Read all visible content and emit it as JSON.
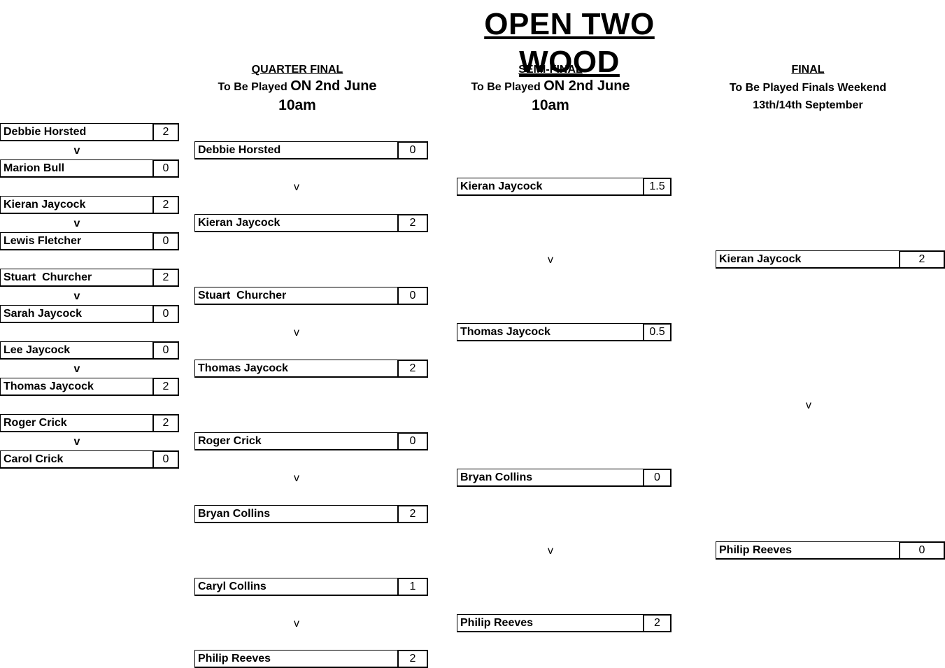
{
  "title": "OPEN TWO WOOD",
  "rounds": {
    "quarter": {
      "heading": "QUARTER FINAL",
      "sub_small": "To Be Played",
      "sub_large": "ON 2nd June",
      "time": "10am"
    },
    "semi": {
      "heading": "SEMI-FINAL",
      "sub_small": "To Be Played",
      "sub_large": "ON 2nd June",
      "time": "10am"
    },
    "final": {
      "heading": "FINAL",
      "line1": "To Be Played Finals Weekend",
      "line2": "13th/14th September"
    }
  },
  "vs_label": "v",
  "round1": [
    {
      "name": "Debbie Horsted",
      "score": "2"
    },
    {
      "name": "Marion Bull",
      "score": "0"
    },
    {
      "name": "Kieran Jaycock",
      "score": "2"
    },
    {
      "name": "Lewis Fletcher",
      "score": "0"
    },
    {
      "name": "Stuart  Churcher",
      "score": "2"
    },
    {
      "name": "Sarah Jaycock",
      "score": "0"
    },
    {
      "name": "Lee Jaycock",
      "score": "0"
    },
    {
      "name": "Thomas Jaycock",
      "score": "2"
    },
    {
      "name": "Roger Crick",
      "score": "2"
    },
    {
      "name": "Carol Crick",
      "score": "0"
    }
  ],
  "quarter_final": [
    {
      "name": "Debbie Horsted",
      "score": "0"
    },
    {
      "name": "Kieran Jaycock",
      "score": "2"
    },
    {
      "name": "Stuart  Churcher",
      "score": "0"
    },
    {
      "name": "Thomas Jaycock",
      "score": "2"
    },
    {
      "name": "Roger Crick",
      "score": "0"
    },
    {
      "name": "Bryan Collins",
      "score": "2"
    },
    {
      "name": "Caryl Collins",
      "score": "1"
    },
    {
      "name": "Philip Reeves",
      "score": "2"
    }
  ],
  "semi_final": [
    {
      "name": "Kieran Jaycock",
      "score": "1.5"
    },
    {
      "name": "Thomas Jaycock",
      "score": "0.5"
    },
    {
      "name": "Bryan Collins",
      "score": "0"
    },
    {
      "name": "Philip Reeves",
      "score": "2"
    }
  ],
  "final": [
    {
      "name": "Kieran Jaycock",
      "score": "2"
    },
    {
      "name": "Philip Reeves",
      "score": "0"
    }
  ]
}
